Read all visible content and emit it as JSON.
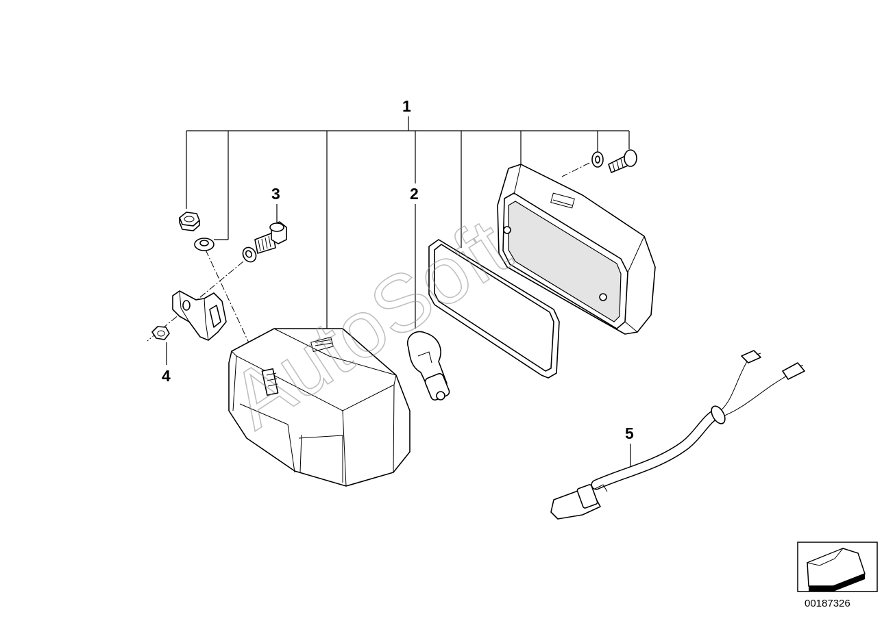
{
  "diagram": {
    "callouts": {
      "c1": "1",
      "c2": "2",
      "c3": "3",
      "c4": "4",
      "c5": "5"
    },
    "watermark": "AutoSoft",
    "reference_number": "00187326",
    "icons": {
      "orientation": "direction-arrow-icon"
    }
  }
}
